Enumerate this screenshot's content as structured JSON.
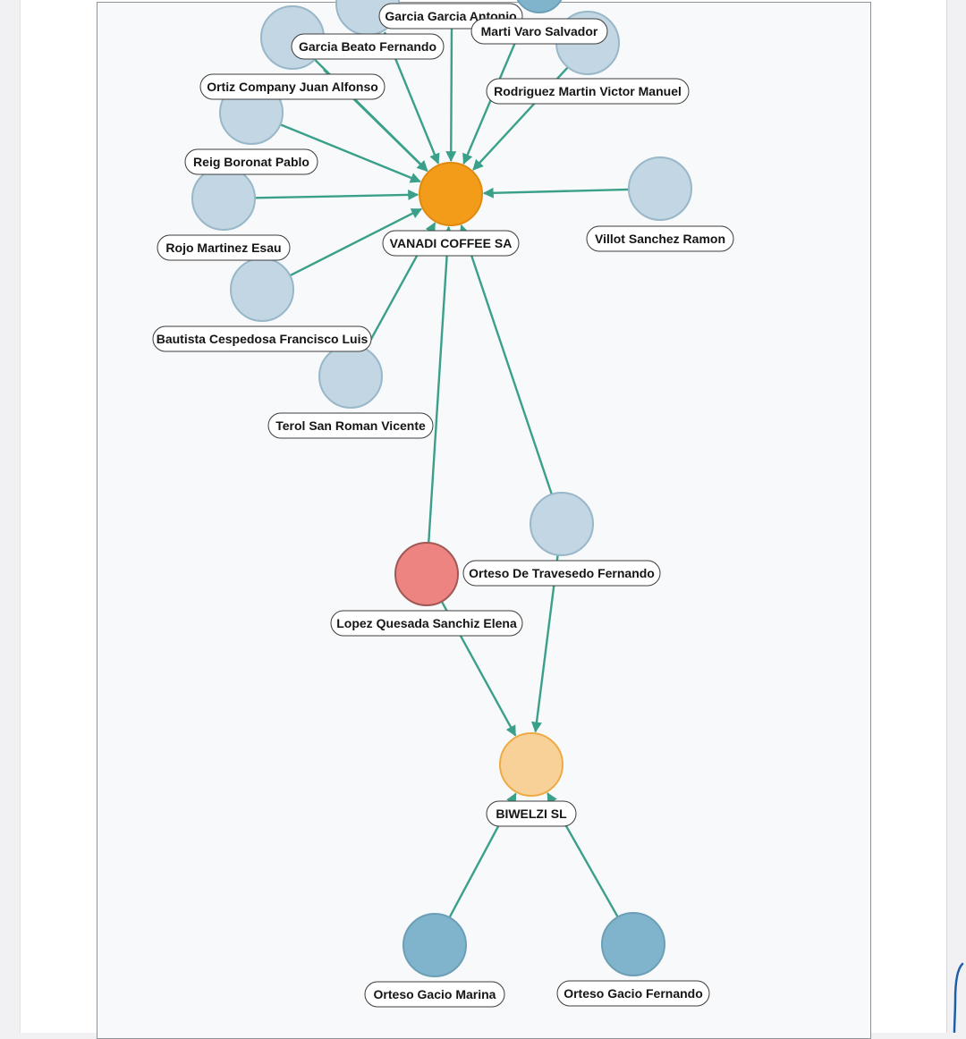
{
  "colors": {
    "edge": "#3aa08a",
    "company_main": "#f39c1a",
    "company_secondary": "#f8d199",
    "person": "#c3d6e3",
    "person_dark": "#7fb4cc",
    "person_highlight": "#ee8482"
  },
  "graph": {
    "nodes": [
      {
        "id": "vanadi",
        "label": "VANADI COFFEE SA",
        "kind": "company_main"
      },
      {
        "id": "biwelzi",
        "label": "BIWELZI SL",
        "kind": "company_secondary"
      },
      {
        "id": "garcia_antonio",
        "label": "Garcia Garcia Antonio",
        "kind": "person"
      },
      {
        "id": "top_partial",
        "label": "",
        "kind": "person_dark"
      },
      {
        "id": "marti",
        "label": "Marti Varo Salvador",
        "kind": "person"
      },
      {
        "id": "garcia_beato",
        "label": "Garcia Beato Fernando",
        "kind": "person"
      },
      {
        "id": "ortiz",
        "label": "Ortiz Company Juan Alfonso",
        "kind": "person"
      },
      {
        "id": "rodriguez",
        "label": "Rodriguez Martin Victor Manuel",
        "kind": "person"
      },
      {
        "id": "reig",
        "label": "Reig Boronat Pablo",
        "kind": "person"
      },
      {
        "id": "rojo",
        "label": "Rojo Martinez Esau",
        "kind": "person"
      },
      {
        "id": "villot",
        "label": "Villot Sanchez Ramon",
        "kind": "person"
      },
      {
        "id": "bautista",
        "label": "Bautista Cespedosa Francisco Luis",
        "kind": "person"
      },
      {
        "id": "terol",
        "label": "Terol San Roman Vicente",
        "kind": "person"
      },
      {
        "id": "orteso_travesedo",
        "label": "Orteso De Travesedo Fernando",
        "kind": "person"
      },
      {
        "id": "lopez",
        "label": "Lopez Quesada Sanchiz Elena",
        "kind": "person_highlight"
      },
      {
        "id": "orteso_marina",
        "label": "Orteso Gacio Marina",
        "kind": "person_dark"
      },
      {
        "id": "orteso_fernando",
        "label": "Orteso Gacio Fernando",
        "kind": "person_dark"
      }
    ],
    "edges": [
      {
        "from": "garcia_antonio",
        "to": "vanadi"
      },
      {
        "from": "top_partial",
        "to": "vanadi"
      },
      {
        "from": "marti",
        "to": "vanadi"
      },
      {
        "from": "garcia_beato",
        "to": "vanadi"
      },
      {
        "from": "rodriguez",
        "to": "vanadi"
      },
      {
        "from": "ortiz",
        "to": "vanadi"
      },
      {
        "from": "reig",
        "to": "vanadi"
      },
      {
        "from": "rojo",
        "to": "vanadi"
      },
      {
        "from": "villot",
        "to": "vanadi"
      },
      {
        "from": "bautista",
        "to": "vanadi"
      },
      {
        "from": "terol",
        "to": "vanadi"
      },
      {
        "from": "lopez",
        "to": "vanadi"
      },
      {
        "from": "orteso_travesedo",
        "to": "vanadi"
      },
      {
        "from": "lopez",
        "to": "biwelzi"
      },
      {
        "from": "orteso_travesedo",
        "to": "biwelzi"
      },
      {
        "from": "orteso_marina",
        "to": "biwelzi"
      },
      {
        "from": "orteso_fernando",
        "to": "biwelzi"
      }
    ]
  }
}
